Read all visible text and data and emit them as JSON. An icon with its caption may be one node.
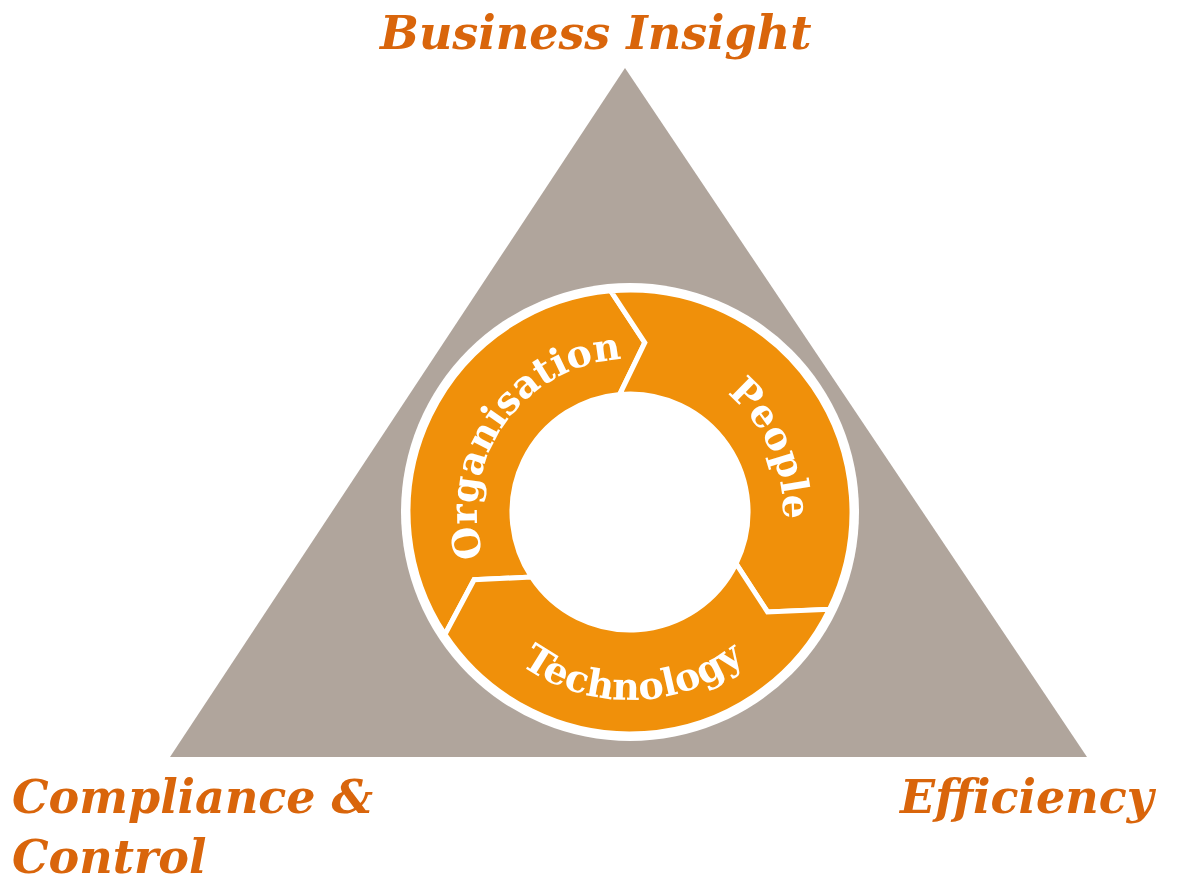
{
  "diagram": {
    "nodes": [
      {
        "text": [
          "Organisation"
        ]
      },
      {
        "text": [
          "People"
        ]
      },
      {
        "text": [
          "Technology"
        ]
      }
    ],
    "labels": [
      "Business Insight",
      "Compliance & Control",
      "Efficiency"
    ]
  }
}
